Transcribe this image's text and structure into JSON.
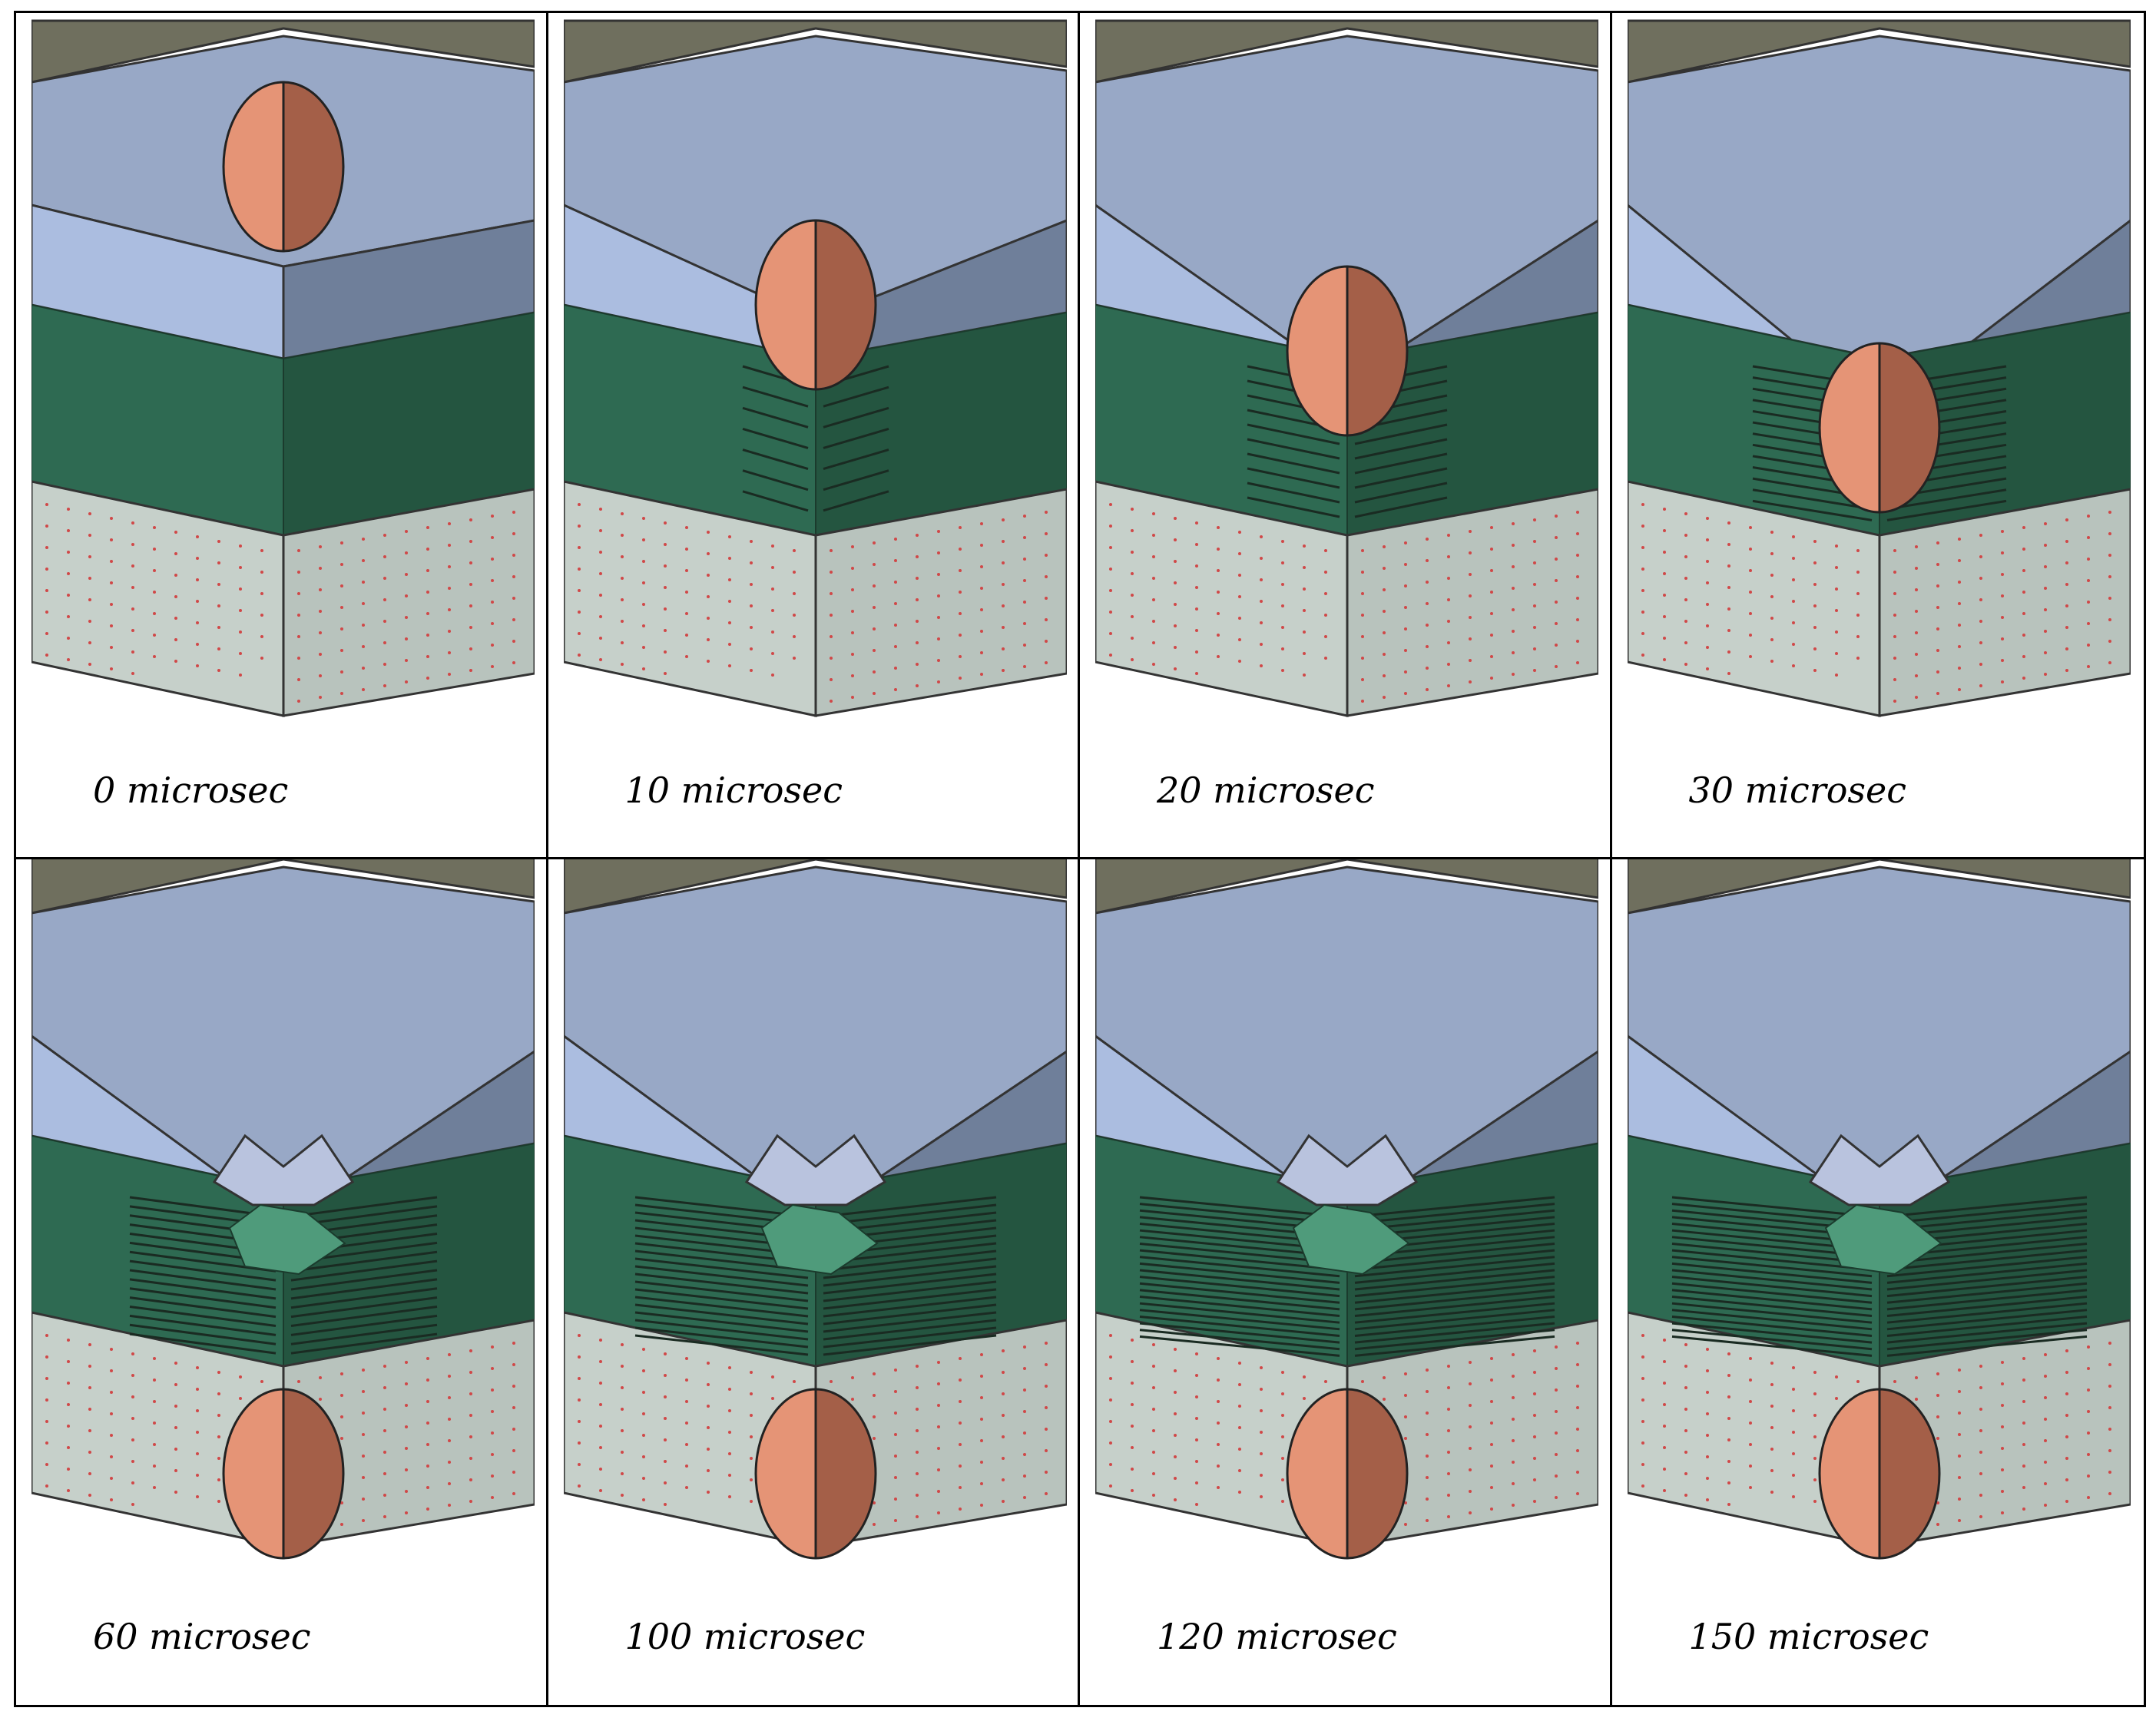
{
  "colors": {
    "frame": "#6f6f5e",
    "plate_top": "#98a8c6",
    "plate_front_left": "#abbde0",
    "plate_front_right": "#6f7f9a",
    "composite_left": "#2e6a52",
    "composite_right": "#245540",
    "backing_left": "#c6d0ca",
    "backing_right": "#b8c3bd",
    "projectile_left": "#e59476",
    "projectile_right": "#a45f48",
    "fiber_dot": "#d04848",
    "fracture": "#1a2b22"
  },
  "panels": [
    {
      "label": "0 microsec",
      "time_us": 0
    },
    {
      "label": "10 microsec",
      "time_us": 10
    },
    {
      "label": "20 microsec",
      "time_us": 20
    },
    {
      "label": "30 microsec",
      "time_us": 30
    },
    {
      "label": "60 microsec",
      "time_us": 60
    },
    {
      "label": "100 microsec",
      "time_us": 100
    },
    {
      "label": "120 microsec",
      "time_us": 120
    },
    {
      "label": "150 microsec",
      "time_us": 150
    }
  ]
}
